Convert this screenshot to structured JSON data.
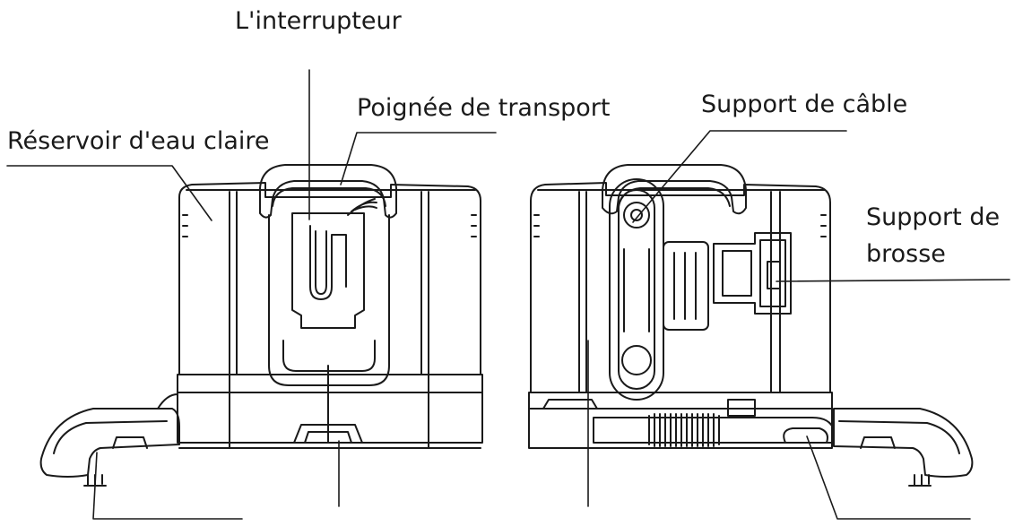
{
  "labels": {
    "interrupteur": "L'interrupteur",
    "poignee_transport": "Poignée de transport",
    "support_cable": "Support de câble",
    "reservoir_eau_claire": "Réservoir d'eau claire",
    "support_brosse": "Support de brosse"
  },
  "colors": {
    "stroke": "#1a1a1a",
    "background": "#ffffff"
  }
}
